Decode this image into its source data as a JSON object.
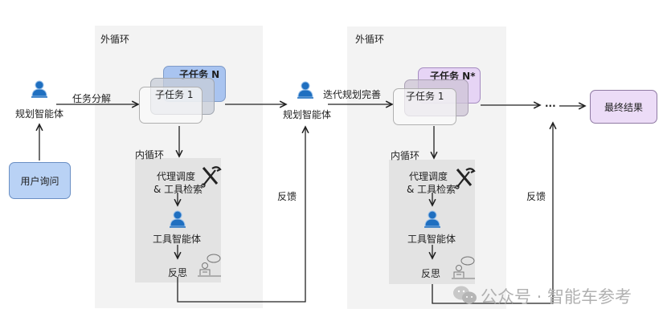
{
  "nodes": {
    "user_query": "用户询问",
    "planner_left": "规划智能体",
    "planner_mid": "规划智能体",
    "final_result": "最终结果",
    "ellipsis": "..."
  },
  "edges": {
    "task_decompose": "任务分解",
    "iterative_refine": "迭代规划完善",
    "feedback_left": "反馈",
    "feedback_right": "反馈"
  },
  "loops": [
    {
      "outer_label": "外循环",
      "inner_label": "内循环",
      "subtask_back": "子任务 N",
      "subtask_front": "子任务 1",
      "dispatch_line1": "代理调度",
      "dispatch_line2": "& 工具检索",
      "tool_agent": "工具智能体",
      "reflect": "反思"
    },
    {
      "outer_label": "外循环",
      "inner_label": "内循环",
      "subtask_back": "子任务 N*",
      "subtask_front": "子任务 1",
      "dispatch_line1": "代理调度",
      "dispatch_line2": "& 工具检索",
      "tool_agent": "工具智能体",
      "reflect": "反思"
    }
  ],
  "watermark": "公众号 · 智能车参考",
  "colors": {
    "agent_blue": "#1f6fc0",
    "user_box": "#b9d2f5",
    "subtask_n_blue": "#a9c4f0",
    "subtask_n_purple": "#e6d4f5",
    "final_box": "#ecdcf7"
  }
}
